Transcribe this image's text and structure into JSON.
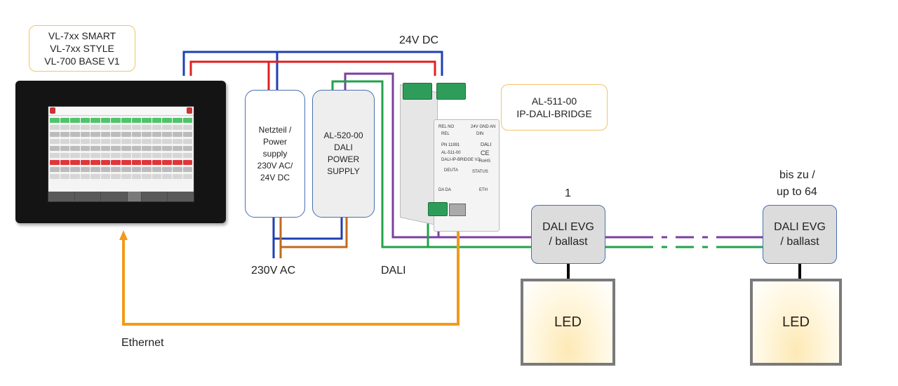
{
  "panel_device": {
    "lines": [
      "VL-7xx SMART",
      "VL-7xx STYLE",
      "VL-700 BASE V1"
    ]
  },
  "labels": {
    "dc_24v": "24V DC",
    "ac_230v": "230V AC",
    "dali": "DALI",
    "ethernet": "Ethernet",
    "ballast_first": "1",
    "ballast_last_line1": "bis zu /",
    "ballast_last_line2": "up to 64"
  },
  "power_supply": {
    "lines": [
      "Netzteil /",
      "Power",
      "supply",
      "230V AC/",
      "24V DC"
    ]
  },
  "dali_power_supply": {
    "lines": [
      "AL-520-00",
      "DALI",
      "POWER",
      "SUPPLY"
    ]
  },
  "bridge_note": {
    "lines": [
      "AL-511-00",
      "IP-DALI-BRIDGE"
    ]
  },
  "bridge_device": {
    "rel_no": "REL NO",
    "rel": "REL",
    "terminals": "24V GND AN",
    "din": "DIN",
    "pn": "PN 11991",
    "dali": "DALI",
    "model": "AL-511-00",
    "desc": "DALI-IP-BRIDGE V2",
    "ce": "CE",
    "rohs": "RoHS",
    "brand": "DEUTA",
    "status": "STATUS",
    "da": "DA  DA",
    "eth": "ETH"
  },
  "ballasts": [
    {
      "line1": "DALI EVG",
      "line2": "/ ballast"
    },
    {
      "line1": "DALI EVG",
      "line2": "/ ballast"
    }
  ],
  "leds": [
    {
      "label": "LED"
    },
    {
      "label": "LED"
    }
  ],
  "colors": {
    "dc_positive": "#e02020",
    "dc_negative": "#1f3fb3",
    "ac_wire": "#c06a20",
    "dali_purple": "#7b3fa0",
    "dali_green": "#22a24a",
    "ethernet": "#f29a1c",
    "note_border": "#f0c46a",
    "box_border": "#4a6fb0"
  }
}
